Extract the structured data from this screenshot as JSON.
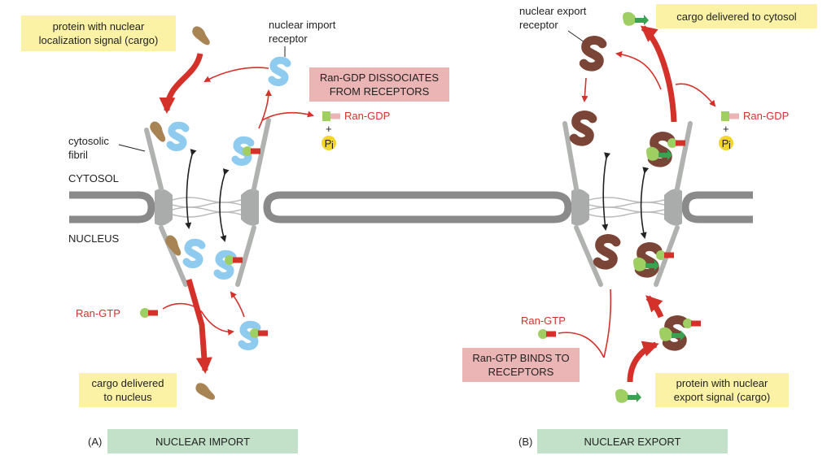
{
  "labels": {
    "import_cargo_line1": "protein with nuclear",
    "import_cargo_line2": "localization signal (cargo)",
    "import_receptor_line1": "nuclear import",
    "import_receptor_line2": "receptor",
    "ran_gdp_dissociates_line1": "Ran-GDP DISSOCIATES",
    "ran_gdp_dissociates_line2": "FROM RECEPTORS",
    "ran_gdp_left": "Ran-GDP",
    "cytosolic_fibril_line1": "cytosolic",
    "cytosolic_fibril_line2": "fibril",
    "cytosol": "CYTOSOL",
    "nucleus": "NUCLEUS",
    "ran_gtp_left": "Ran-GTP",
    "cargo_to_nucleus_line1": "cargo delivered",
    "cargo_to_nucleus_line2": "to nucleus",
    "panel_a_letter": "(A)",
    "panel_a_title": "NUCLEAR IMPORT",
    "export_receptor_line1": "nuclear export",
    "export_receptor_line2": "receptor",
    "cargo_to_cytosol": "cargo delivered to cytosol",
    "ran_gdp_right": "Ran-GDP",
    "ran_gtp_right": "Ran-GTP",
    "ran_gtp_binds_line1": "Ran-GTP BINDS TO",
    "ran_gtp_binds_line2": "RECEPTORS",
    "export_cargo_line1": "protein with nuclear",
    "export_cargo_line2": "export signal (cargo)",
    "panel_b_letter": "(B)",
    "panel_b_title": "NUCLEAR EXPORT",
    "phosphate": "P",
    "phosphate_sub": "i",
    "plus": "+"
  },
  "colors": {
    "arrow_red": "#d4312b",
    "label_text_red": "#d4312b",
    "import_receptor": "#8fcbee",
    "export_receptor": "#7a4536",
    "import_cargo": "#a88454",
    "export_cargo": "#9fcf63",
    "envelope_gray": "#8a8a8a",
    "yellow_box": "#fbf2a6",
    "pink_box": "#eab5b4",
    "green_box": "#c2e1c8",
    "phosphate": "#f3d62c"
  }
}
